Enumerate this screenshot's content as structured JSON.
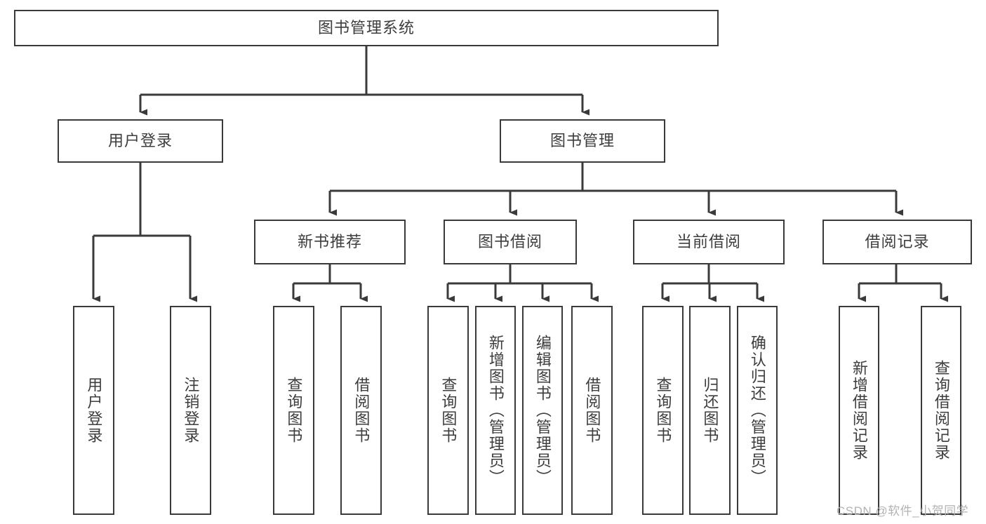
{
  "diagram": {
    "title": "图书管理系统",
    "type": "hierarchy-tree",
    "watermark": "CSDN @软件_小贺同学",
    "colors": {
      "stroke": "#3a3a3a",
      "text": "#3d3d3d",
      "background": "#ffffff",
      "watermark": "#b3b3b3"
    },
    "nodes": {
      "root": {
        "label": "图书管理系统"
      },
      "level2": [
        {
          "id": "user-login",
          "label": "用户登录"
        },
        {
          "id": "book-management",
          "label": "图书管理"
        }
      ],
      "level3": [
        {
          "id": "new-book-recommend",
          "label": "新书推荐"
        },
        {
          "id": "book-borrow",
          "label": "图书借阅"
        },
        {
          "id": "current-borrow",
          "label": "当前借阅"
        },
        {
          "id": "borrow-record",
          "label": "借阅记录"
        }
      ],
      "leaves": {
        "user_login": [
          {
            "id": "leaf-user-login",
            "label": "用户登录"
          },
          {
            "id": "leaf-logout-login",
            "label": "注销登录"
          }
        ],
        "new_book_recommend": [
          {
            "id": "leaf-query-book-1",
            "label": "查询图书"
          },
          {
            "id": "leaf-borrow-book-1",
            "label": "借阅图书"
          }
        ],
        "book_borrow": [
          {
            "id": "leaf-query-book-2",
            "label": "查询图书"
          },
          {
            "id": "leaf-add-book-admin",
            "label": "新增图书（管理员）"
          },
          {
            "id": "leaf-edit-book-admin",
            "label": "编辑图书（管理员）"
          },
          {
            "id": "leaf-borrow-book-2",
            "label": "借阅图书"
          }
        ],
        "current_borrow": [
          {
            "id": "leaf-query-book-3",
            "label": "查询图书"
          },
          {
            "id": "leaf-return-book",
            "label": "归还图书"
          },
          {
            "id": "leaf-confirm-return-admin",
            "label": "确认归还（管理员）"
          }
        ],
        "borrow_record": [
          {
            "id": "leaf-add-borrow-record",
            "label": "新增借阅记录"
          },
          {
            "id": "leaf-query-borrow-record",
            "label": "查询借阅记录"
          }
        ]
      }
    }
  }
}
